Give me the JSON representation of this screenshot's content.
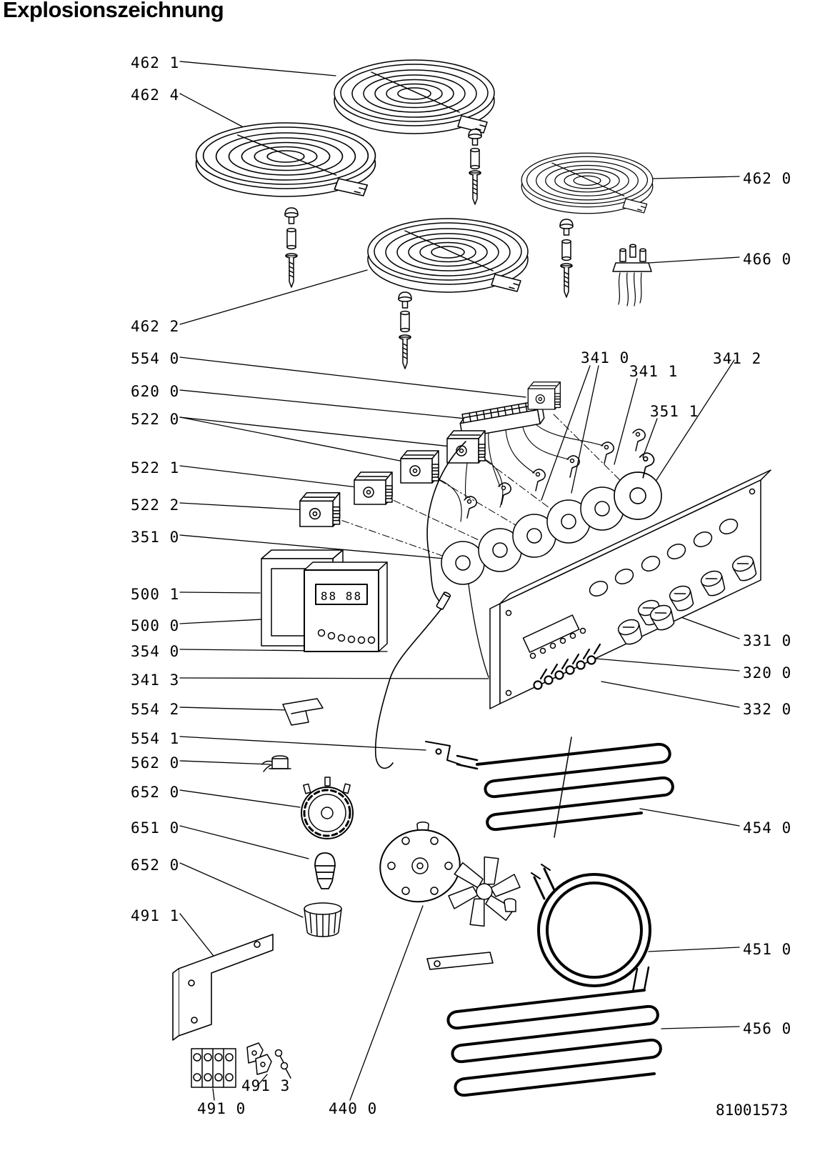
{
  "page": {
    "title": "Explosionszeichnung",
    "doc_number": "81001573"
  },
  "diagram": {
    "clock_display": "88 88"
  },
  "labels": [
    {
      "text": "462 1"
    },
    {
      "text": "462 4"
    },
    {
      "text": "462 0"
    },
    {
      "text": "466 0"
    },
    {
      "text": "462 2"
    },
    {
      "text": "554 0"
    },
    {
      "text": "620 0"
    },
    {
      "text": "522 0"
    },
    {
      "text": "522 1"
    },
    {
      "text": "522 2"
    },
    {
      "text": "351 0"
    },
    {
      "text": "341 0"
    },
    {
      "text": "341 1"
    },
    {
      "text": "341 2"
    },
    {
      "text": "351 1"
    },
    {
      "text": "500 1"
    },
    {
      "text": "500 0"
    },
    {
      "text": "354 0"
    },
    {
      "text": "341 3"
    },
    {
      "text": "554 2"
    },
    {
      "text": "554 1"
    },
    {
      "text": "562 0"
    },
    {
      "text": "652 0"
    },
    {
      "text": "651 0"
    },
    {
      "text": "652 0"
    },
    {
      "text": "491 1"
    },
    {
      "text": "331 0"
    },
    {
      "text": "320 0"
    },
    {
      "text": "332 0"
    },
    {
      "text": "454 0"
    },
    {
      "text": "451 0"
    },
    {
      "text": "456 0"
    },
    {
      "text": "491 0"
    },
    {
      "text": "491 3"
    },
    {
      "text": "440 0"
    }
  ]
}
